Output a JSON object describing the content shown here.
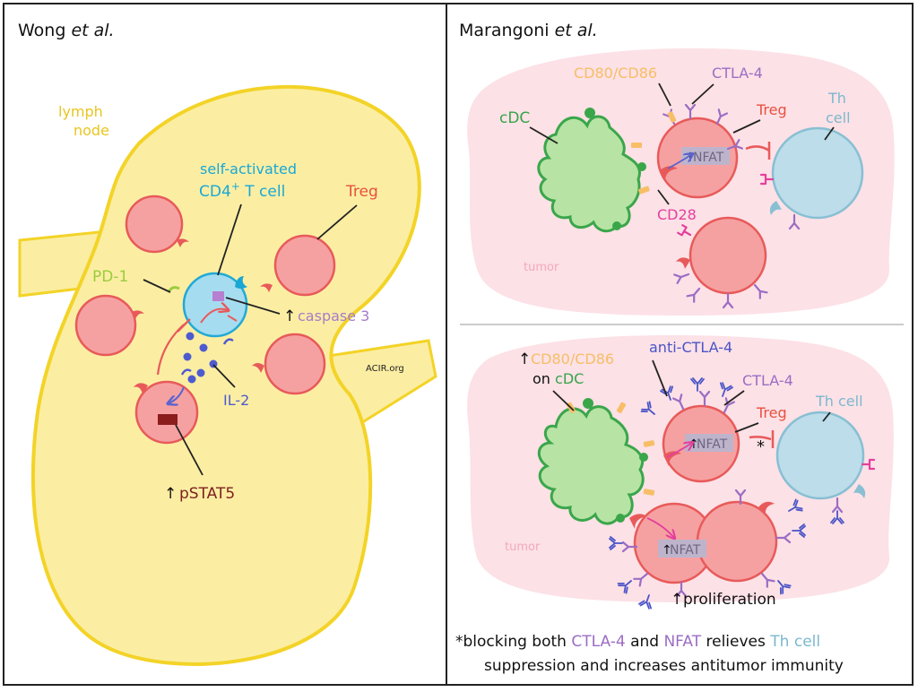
{
  "left_panel": {
    "title_main": "Wong ",
    "title_etal": "et al.",
    "lymph_node_line1": "lymph",
    "lymph_node_line2": "node",
    "self_activated_line1": "self-activated",
    "cd4_text": "CD4",
    "cd4_superscript": "+",
    "t_cell_text": " T cell",
    "treg_label": "Treg",
    "pd1_label": "PD-1",
    "arrow_up": "↑",
    "caspase_label": "caspase 3",
    "il2_label": "IL-2",
    "pstat5_label": "pSTAT5",
    "watermark": "ACIR.org"
  },
  "right_top": {
    "title_main": "Marangoni ",
    "title_etal": "et al.",
    "cd80_label": "CD80/CD86",
    "ctla4_label": "CTLA-4",
    "treg_label": "Treg",
    "th_line1": "Th",
    "th_line2": "cell",
    "cdc_label": "cDC",
    "nfat_label": "NFAT",
    "arrow_up": "↑",
    "cd28_label": "CD28",
    "tumor_label": "tumor"
  },
  "right_bottom": {
    "arrow_up": "↑",
    "cd80_label": "CD80/CD86",
    "on_text": "on ",
    "cdc_label": "cDC",
    "anti_ctla4_label": "anti-CTLA-4",
    "ctla4_label": "CTLA-4",
    "treg_label": "Treg",
    "th_cell_label": "Th cell",
    "nfat_label": "NFAT",
    "nfat_label_2": "NFAT",
    "asterisk": "*",
    "tumor_label": "tumor",
    "proliferation_label": "proliferation"
  },
  "footnote": {
    "line1_a": "*blocking both ",
    "line1_ctla4": "CTLA-4",
    "line1_b": " and ",
    "line1_nfat": "NFAT",
    "line1_c": " relieves ",
    "line1_th": "Th cell",
    "line2": "suppression and increases antitumor immunity"
  },
  "colors": {
    "lymph_fill": "#fbeea3",
    "lymph_stroke": "#f3d327",
    "lymph_text": "#e8c51f",
    "treg_fill": "#f6a1a1",
    "treg_stroke": "#e85a5a",
    "treg_text": "#e8503e",
    "activated_fill": "#a6dcf0",
    "activated_stroke": "#21a9d6",
    "activated_text": "#1aa7d4",
    "th_fill": "#bcdde9",
    "th_stroke": "#88bfd3",
    "th_text": "#7bb8cf",
    "cdc_fill": "#b7e3a5",
    "cdc_stroke": "#3aa64a",
    "cdc_text": "#36a44a",
    "pd1_text": "#9bcc3b",
    "caspase_text": "#a77cc7",
    "ctla4_text": "#9b6dc4",
    "anti_ctla4_text": "#4a54c7",
    "il2_text": "#4e5bcf",
    "pstat5_text": "#7d1f1f",
    "cd80_text": "#f7be66",
    "cd28_text": "#e4409d",
    "tumor_fill": "#fce1e6",
    "tumor_text": "#f3a9b9",
    "nfat_box": "#bdb4cc",
    "nfat_text": "#6f6583"
  }
}
